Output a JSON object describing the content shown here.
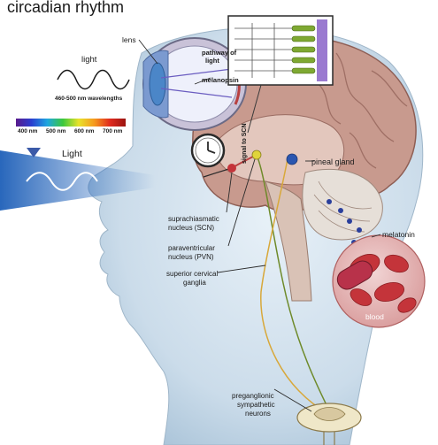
{
  "title": "circadian rhythm",
  "labels": {
    "lens": "lens",
    "pathway_of_light": [
      "pathway of",
      "light"
    ],
    "melanopsin": "melanopsin",
    "light_small": "light",
    "wavelengths": "460-500 nm wavelengths",
    "light_big": "Light",
    "signal_to_scn": "signal to SCN",
    "pineal_gland": "pineal gland",
    "melatonin": "melatonin",
    "blood": "blood",
    "scn": [
      "suprachiasmatic",
      "nucleus (SCN)"
    ],
    "pvn": [
      "paraventricular",
      "nucleus (PVN)"
    ],
    "scg": [
      "superior cervical",
      "ganglia"
    ],
    "preganglionic": [
      "preganglionic",
      "sympathetic",
      "neurons"
    ]
  },
  "spectrum": {
    "ticks": [
      "400 nm",
      "500 nm",
      "600 nm",
      "700 nm"
    ],
    "colors": [
      "#5a1a8c",
      "#2a3fd0",
      "#1fa6e0",
      "#3cc83c",
      "#e8e22a",
      "#f59a1e",
      "#e02a1e",
      "#9a1410"
    ]
  },
  "colors": {
    "skin": "#d3e3ee",
    "brain": "#c89a8e",
    "brain_dark": "#a87468",
    "blood": "#c4343a",
    "nerve_green": "#6e8a2a",
    "nerve_yellow": "#d8a83a"
  }
}
